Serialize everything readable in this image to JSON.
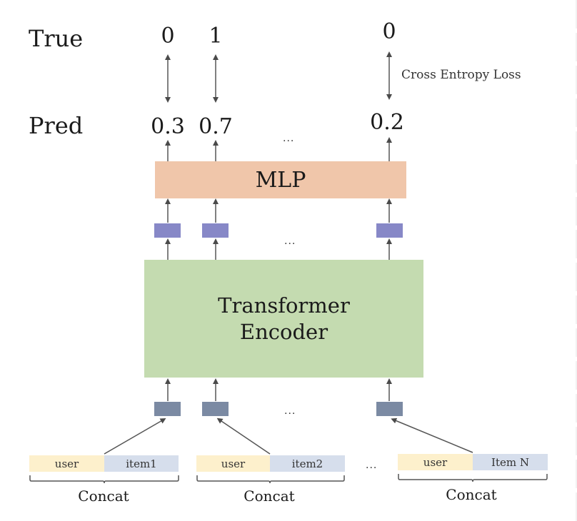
{
  "row_labels": {
    "true": "True",
    "pred": "Pred"
  },
  "true_values": [
    "0",
    "1",
    "0"
  ],
  "pred_values": [
    "0.3",
    "0.7",
    "0.2"
  ],
  "loss_label": "Cross Entropy Loss",
  "ellipsis": "...",
  "mlp": {
    "label": "MLP",
    "color": "#f0c6aa"
  },
  "encoder": {
    "line1": "Transformer",
    "line2": "Encoder",
    "color": "#c4dbb0"
  },
  "embeddings": {
    "top_color": "#8788c7",
    "bottom_color": "#7b8aa3"
  },
  "inputs": [
    {
      "user": "user",
      "item": "item1",
      "group_label": "Concat"
    },
    {
      "user": "user",
      "item": "item2",
      "group_label": "Concat"
    },
    {
      "user": "user",
      "item": "Item N",
      "group_label": "Concat"
    }
  ],
  "colors": {
    "user": "#fdf0cc",
    "item": "#d6deec",
    "arrow": "#4a4a4a"
  }
}
